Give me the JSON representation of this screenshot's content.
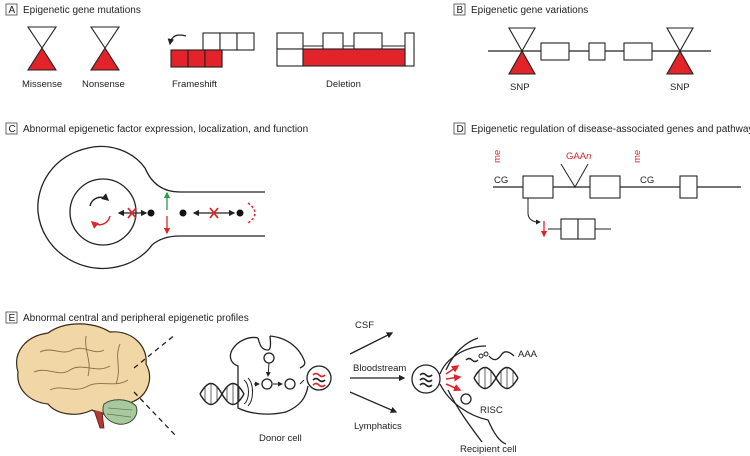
{
  "colors": {
    "accent_red": "#e2232a",
    "green_arrow": "#2a9d4b",
    "line": "#222222",
    "brain_tan": "#f1d7a6",
    "cerebellum_green": "#a8c9a0"
  },
  "panels": {
    "a": {
      "letter": "A",
      "title": "Epigenetic gene mutations",
      "labels": {
        "missense": "Missense",
        "nonsense": "Nonsense",
        "frameshift": "Frameshift",
        "deletion": "Deletion"
      }
    },
    "b": {
      "letter": "B",
      "title": "Epigenetic gene variations",
      "labels": {
        "snp_left": "SNP",
        "snp_right": "SNP"
      }
    },
    "c": {
      "letter": "C",
      "title": "Abnormal epigenetic factor expression, localization, and function"
    },
    "d": {
      "letter": "D",
      "title": "Epigenetic regulation of disease-associated genes and pathways",
      "labels": {
        "me_1": "me",
        "me_2": "me",
        "cg_1": "CG",
        "cg_2": "CG",
        "gaa": "GAA",
        "gaa_sub": "n"
      }
    },
    "e": {
      "letter": "E",
      "title": "Abnormal central and peripheral epigenetic profiles",
      "labels": {
        "csf": "CSF",
        "bloodstream": "Bloodstream",
        "lymphatics": "Lymphatics",
        "donor": "Donor cell",
        "recipient": "Recipient cell",
        "aaa": "AAA",
        "risc": "RISC"
      }
    }
  },
  "icons": [
    "hourglass-icon",
    "dna-helix-icon",
    "mirna-icon",
    "brain-icon",
    "cycle-arrow-icon"
  ]
}
